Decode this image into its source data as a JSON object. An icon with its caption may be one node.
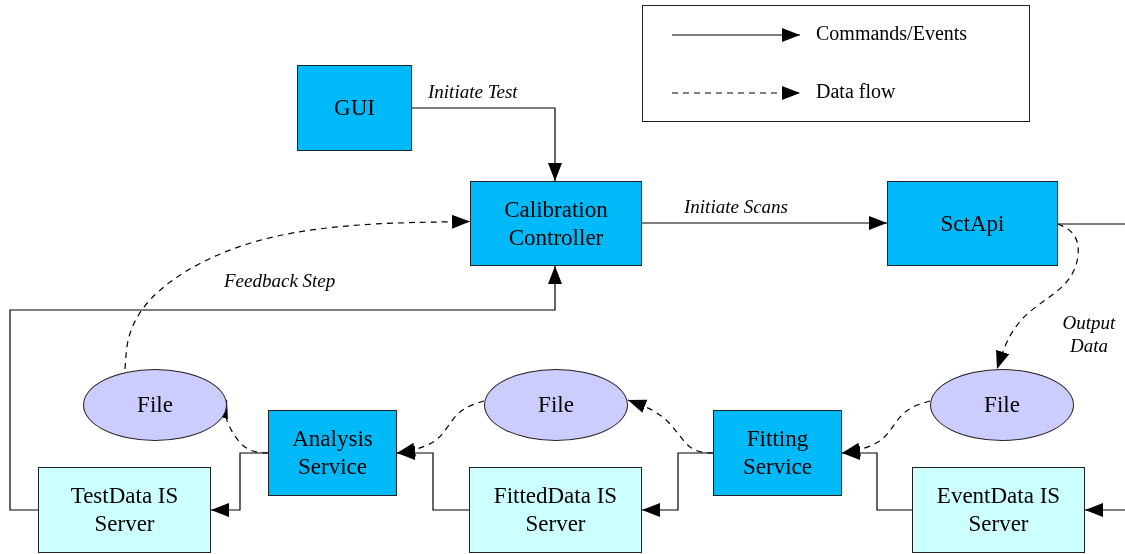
{
  "diagram": {
    "nodes": [
      {
        "text": [
          "GUI"
        ]
      },
      {
        "text": [
          "Calibration Controller"
        ]
      },
      {
        "text": [
          "SctApi"
        ]
      },
      {
        "text": [
          "File"
        ]
      },
      {
        "text": [
          "Analysis Service"
        ]
      },
      {
        "text": [
          "File"
        ]
      },
      {
        "text": [
          "Fitting Service"
        ]
      },
      {
        "text": [
          "File"
        ]
      },
      {
        "text": [
          "TestData IS Server"
        ]
      },
      {
        "text": [
          "FittedData IS Server"
        ]
      },
      {
        "text": [
          "EventData IS Server"
        ]
      }
    ],
    "edges": [
      {
        "from": 0,
        "to": 1,
        "arrow": "to",
        "label": "Initiate Test"
      },
      {
        "from": 1,
        "to": 2,
        "arrow": "to",
        "label": "Initiate Scans"
      },
      {
        "from": 2,
        "to": 7,
        "arrow": "to",
        "style": "dashed",
        "label": "Output Data"
      },
      {
        "from": 2,
        "to": null,
        "arrow": "none"
      },
      {
        "from": null,
        "to": 10,
        "arrow": "to"
      },
      {
        "from": 7,
        "to": 6,
        "arrow": "to",
        "style": "dashed"
      },
      {
        "from": 10,
        "to": 6,
        "arrow": "to"
      },
      {
        "from": 6,
        "to": 9,
        "arrow": "to"
      },
      {
        "from": 6,
        "to": 5,
        "arrow": "to",
        "style": "dashed"
      },
      {
        "from": 5,
        "to": 4,
        "arrow": "to",
        "style": "dashed"
      },
      {
        "from": 9,
        "to": 4,
        "arrow": "to"
      },
      {
        "from": 4,
        "to": 8,
        "arrow": "to"
      },
      {
        "from": 4,
        "to": 3,
        "arrow": "to",
        "style": "dashed"
      },
      {
        "from": 3,
        "to": 1,
        "arrow": "to",
        "style": "dashed",
        "label": "Feedback Step"
      },
      {
        "from": 8,
        "to": 1,
        "arrow": "to"
      }
    ],
    "legend": [
      {
        "text": "Commands/Events"
      },
      {
        "text": "Data flow"
      }
    ]
  }
}
